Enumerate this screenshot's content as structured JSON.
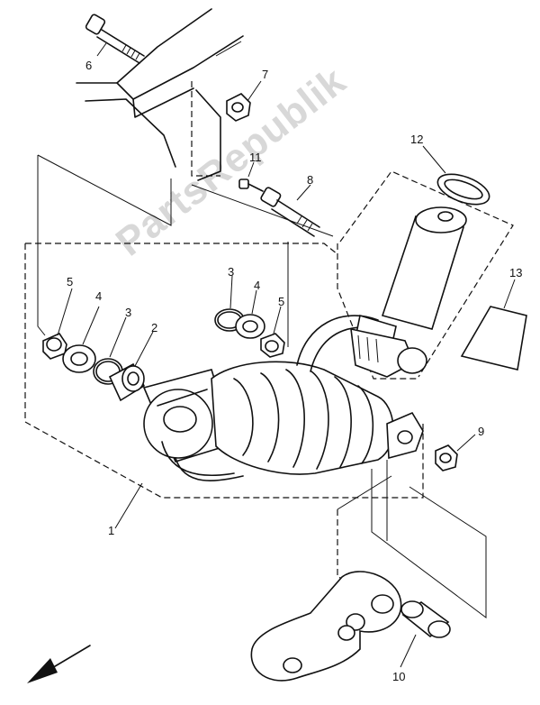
{
  "watermark": "PartsRepublik",
  "callouts": [
    {
      "id": "1",
      "text": "1"
    },
    {
      "id": "2",
      "text": "2"
    },
    {
      "id": "3a",
      "text": "3"
    },
    {
      "id": "3b",
      "text": "3"
    },
    {
      "id": "4a",
      "text": "4"
    },
    {
      "id": "4b",
      "text": "4"
    },
    {
      "id": "5a",
      "text": "5"
    },
    {
      "id": "5b",
      "text": "5"
    },
    {
      "id": "6",
      "text": "6"
    },
    {
      "id": "7",
      "text": "7"
    },
    {
      "id": "8",
      "text": "8"
    },
    {
      "id": "9",
      "text": "9"
    },
    {
      "id": "10",
      "text": "10"
    },
    {
      "id": "11",
      "text": "11"
    },
    {
      "id": "12",
      "text": "12"
    },
    {
      "id": "13",
      "text": "13"
    }
  ]
}
